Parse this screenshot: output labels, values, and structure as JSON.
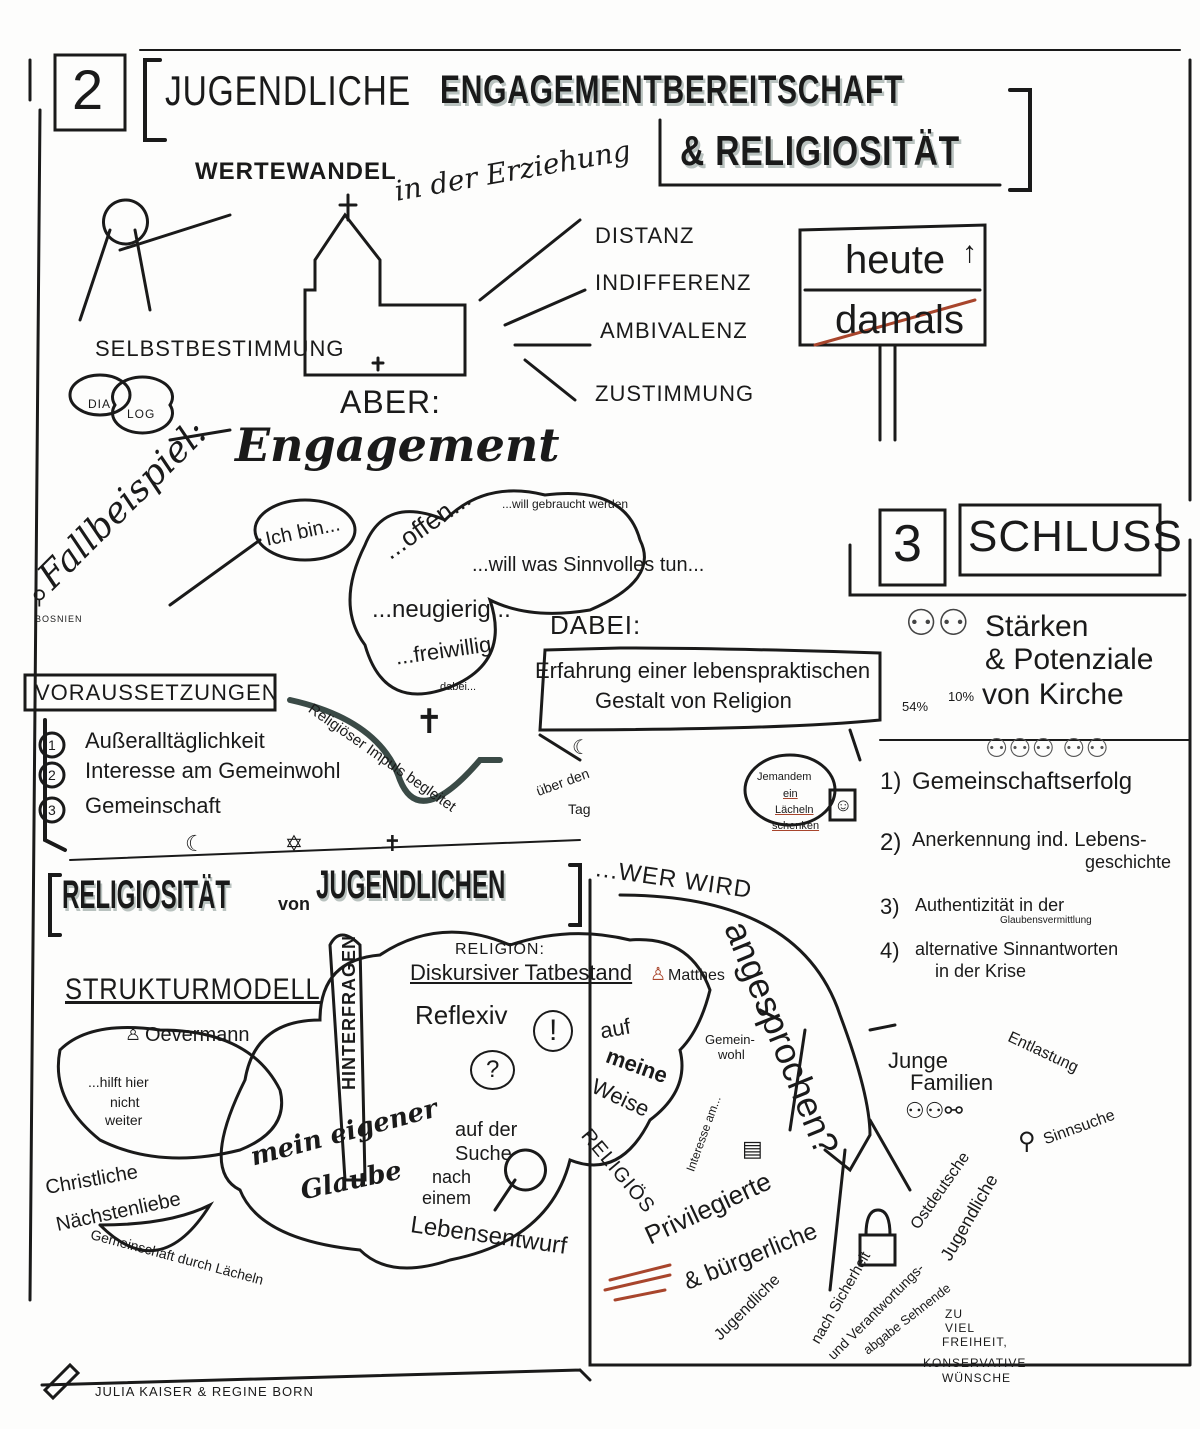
{
  "header": {
    "section_number": "2",
    "title_line1_part1": "JUGENDLICHE",
    "title_line1_part2": "ENGAGEMENTBEREITSCHAFT",
    "title_line2": "& RELIGIOSITÄT"
  },
  "wertewandel": {
    "heading": "WERTEWANDEL",
    "subheading": "in der Erziehung",
    "selbstbestimmung": "SELBSTBESTIMMUNG",
    "dialog_left": "DIA",
    "dialog_right": "LOG",
    "aber": "ABER:",
    "engagement": "Engagement",
    "attitudes": [
      "DISTANZ",
      "INDIFFERENZ",
      "AMBIVALENZ",
      "ZUSTIMMUNG"
    ],
    "sign_top": "heute",
    "sign_bottom": "damals"
  },
  "fallbeispiel": {
    "heading": "Fallbeispiel:",
    "location": "BOSNIEN",
    "ich_bin": "Ich bin...",
    "cloud_items": [
      "...offen...",
      "...will gebraucht werden",
      "...will was Sinnvolles tun...",
      "...neugierig...",
      "...freiwillig",
      "dabei..."
    ],
    "dabei": "DABEI:",
    "erfahrung_line1": "Erfahrung einer lebenspraktischen",
    "erfahrung_line2": "Gestalt von Religion",
    "ueber_den_tag_1": "über den",
    "ueber_den_tag_2": "Tag",
    "laecheln": [
      "Jemandem",
      "ein",
      "Lächeln",
      "schenken"
    ]
  },
  "voraussetzungen": {
    "heading": "VORAUSSETZUNGEN",
    "items": [
      {
        "num": "1",
        "label": "Außeralltäglichkeit"
      },
      {
        "num": "2",
        "label": "Interesse am Gemeinwohl"
      },
      {
        "num": "3",
        "label": "Gemeinschaft"
      }
    ],
    "impuls": "Religiöser Impuls begleitet"
  },
  "schluss": {
    "section_number": "3",
    "heading": "SCHLUSS",
    "staerken_line1": "Stärken",
    "staerken_line2": "& Potenziale",
    "staerken_line3": "von Kirche",
    "pct_a": "54%",
    "pct_b": "10%",
    "items": [
      {
        "num": "1)",
        "label": "Gemeinschaftserfolg",
        "sub": ""
      },
      {
        "num": "2)",
        "label": "Anerkennung ind. Lebens-",
        "sub": "geschichte"
      },
      {
        "num": "3)",
        "label": "Authentizität in der",
        "sub": "Glaubensvermittlung"
      },
      {
        "num": "4)",
        "label": "alternative Sinnantworten",
        "sub": "in der Krise"
      }
    ]
  },
  "religiositaet": {
    "heading_part1": "RELIGIOSITÄT",
    "heading_part2": "von",
    "heading_part3": "JUGENDLICHEN",
    "wer_wird": "...WER wird",
    "angesprochen": "angesprochen?",
    "strukturmodell": "STRUKTURMODELL",
    "oevermann": "Oevermann",
    "hilft_nicht": [
      "...hilft hier",
      "nicht",
      "weiter"
    ],
    "hinterfragen": "HINTERFRAGEN",
    "religion_label": "RELIGION:",
    "diskursiv": "Diskursiver Tatbestand",
    "reflexiv": "Reflexiv",
    "matthes": "Matthes",
    "exclaim": "!",
    "question": "?",
    "auf_meine_weise": [
      "auf",
      "meine",
      "Weise",
      "RELIGIÖS"
    ],
    "mein_glaube": [
      "mein eigener",
      "Glaube"
    ],
    "suche": [
      "auf der",
      "Suche",
      "nach",
      "einem",
      "Lebensentwurf"
    ],
    "naechstenliebe": [
      "Christliche",
      "Nächstenliebe"
    ],
    "gemeinschaft_laecheln": "Gemeinschaft durch Lächeln"
  },
  "zielgruppen": {
    "gemeinwohl": [
      "Gemein-",
      "wohl"
    ],
    "interesse_an": "Interesse am...",
    "privilegierte": [
      "Privilegierte",
      "& bürgerliche",
      "Jugendliche"
    ],
    "junge_familien": [
      "Junge",
      "Familien"
    ],
    "entlastung": "Entlastung",
    "sinnsuche": "Sinnsuche",
    "ostdeutsche": [
      "Ostdeutsche",
      "Jugendliche"
    ],
    "sicherheit": [
      "nach Sicherheit",
      "und Verantwortungs-",
      "abgabe Sehnende"
    ],
    "freiheit": [
      "ZU",
      "VIEL",
      "FREIHEIT,",
      "KONSERVATIVE",
      "WÜNSCHE"
    ]
  },
  "credits": "JULIA KAISER & REGINE BORN",
  "colors": {
    "ink": "#1a1a1a",
    "accent_red": "#a8452c",
    "shadow_grey": "#b9c2bf"
  }
}
